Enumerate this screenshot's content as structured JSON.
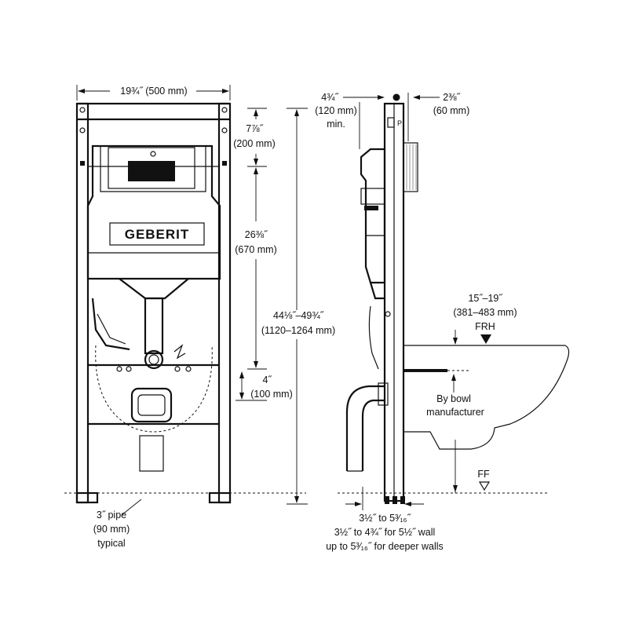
{
  "labels": {
    "frame_width": "19¾˝ (500 mm)",
    "top_offset_imp": "7⅞˝",
    "top_offset_mm": "(200 mm)",
    "actuator_height_imp": "26⅜˝",
    "actuator_height_mm": "(670 mm)",
    "total_height_imp": "44⅛˝–49¾˝",
    "total_height_mm": "(1120–1264 mm)",
    "outlet_offset_imp": "4˝",
    "outlet_offset_mm": "(100 mm)",
    "pipe_line1": "3˝ pipe",
    "pipe_line2": "(90 mm)",
    "pipe_line3": "typical",
    "wall_clear_imp": "4¾˝",
    "wall_clear_mm": "(120 mm)",
    "wall_clear_min": "min.",
    "panel_depth_imp": "2⅜˝",
    "panel_depth_mm": "(60 mm)",
    "frh_range_imp": "15˝–19˝",
    "frh_range_mm": "(381–483 mm)",
    "frh": "FRH",
    "bowl_line1": "By bowl",
    "bowl_line2": "manufacturer",
    "ff": "FF",
    "depth_line1": "3½˝ to 5³⁄₁₆˝",
    "depth_line2": "3½˝ to 4¾˝ for 5½˝ wall",
    "depth_line3": "up to 5³⁄₁₆˝ for deeper walls",
    "brand": "GEBERIT"
  },
  "colors": {
    "ink": "#111111",
    "paper": "#ffffff"
  }
}
